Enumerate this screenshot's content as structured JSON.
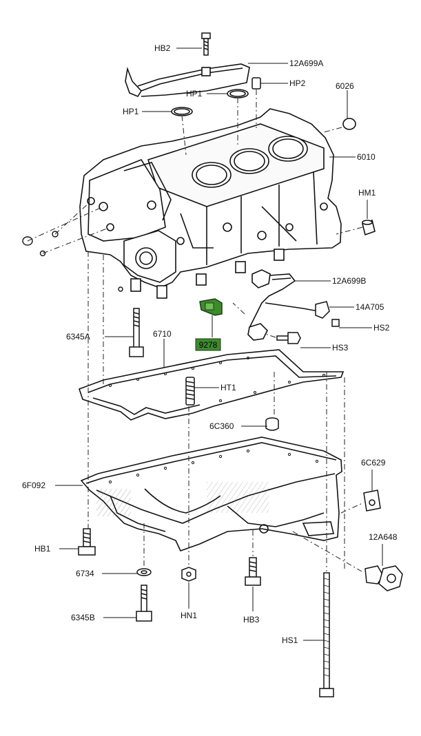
{
  "diagram": {
    "highlight_color": "#3e8a2e",
    "callouts": {
      "hb2": "HB2",
      "c12a699a": "12A699A",
      "hp2": "HP2",
      "hp1_top": "HP1",
      "hp1_left": "HP1",
      "c6026": "6026",
      "c6010": "6010",
      "hm1": "HM1",
      "c12a699b": "12A699B",
      "c14a705": "14A705",
      "hs2": "HS2",
      "c9278": "9278",
      "c6345a": "6345A",
      "c6710": "6710",
      "hs3": "HS3",
      "ht1": "HT1",
      "c6c360": "6C360",
      "c6c629": "6C629",
      "c6f092": "6F092",
      "c12a648": "12A648",
      "hb1": "HB1",
      "c6734": "6734",
      "hn1": "HN1",
      "hb3": "HB3",
      "c6345b": "6345B",
      "hs1": "HS1"
    }
  }
}
